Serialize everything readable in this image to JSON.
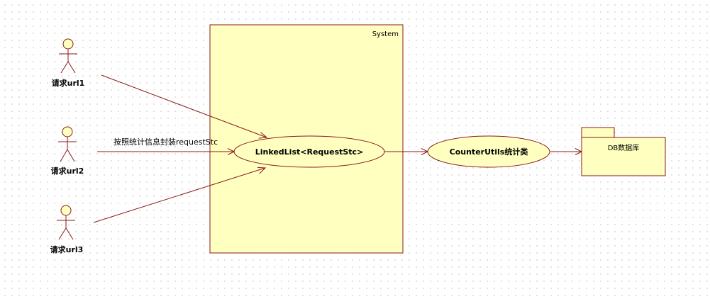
{
  "colors": {
    "fill": "#ffffc0",
    "stroke": "#8b1a1a",
    "text": "#000000",
    "background_dots": "#c8c8c8"
  },
  "diagram": {
    "type": "UML use case diagram",
    "system": {
      "label": "System"
    },
    "actors": [
      {
        "id": "url1",
        "label": "请求url1"
      },
      {
        "id": "url2",
        "label": "请求url2"
      },
      {
        "id": "url3",
        "label": "请求url3"
      }
    ],
    "use_cases": [
      {
        "id": "linkedlist",
        "label": "LinkedList<RequestStc>"
      },
      {
        "id": "counter",
        "label": "CounterUtils统计类"
      }
    ],
    "package": {
      "label": "DB数据库"
    },
    "message_label": "按照统计信息封装requestStc",
    "connections": [
      {
        "from": "url1",
        "to": "linkedlist"
      },
      {
        "from": "url2",
        "to": "linkedlist"
      },
      {
        "from": "url3",
        "to": "linkedlist"
      },
      {
        "from": "linkedlist",
        "to": "counter"
      },
      {
        "from": "counter",
        "to": "package"
      }
    ]
  }
}
